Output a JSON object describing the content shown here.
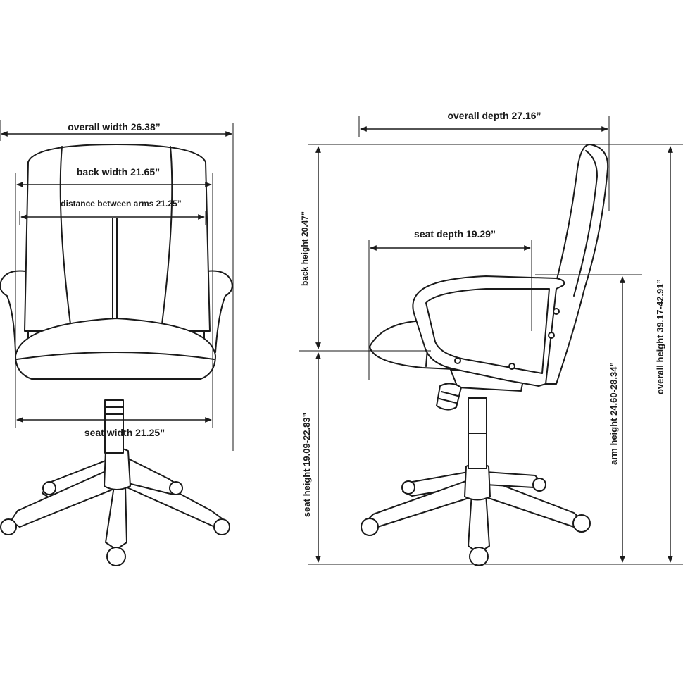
{
  "front_view": {
    "overall_width": "overall width 26.38”",
    "back_width": "back width 21.65”",
    "distance_between_arms": "distance between arms 21.25”",
    "seat_width": "seat width 21.25”"
  },
  "side_view": {
    "overall_depth": "overall depth 27.16”",
    "seat_depth": "seat depth 19.29”",
    "back_height": "back height 20.47”",
    "seat_height": "seat height 19.09-22.83”",
    "arm_height": "arm height 24.60-28.34”",
    "overall_height": "overall height 39.17-42.91”"
  },
  "colors": {
    "line": "#1a1a1a",
    "background": "#ffffff"
  }
}
